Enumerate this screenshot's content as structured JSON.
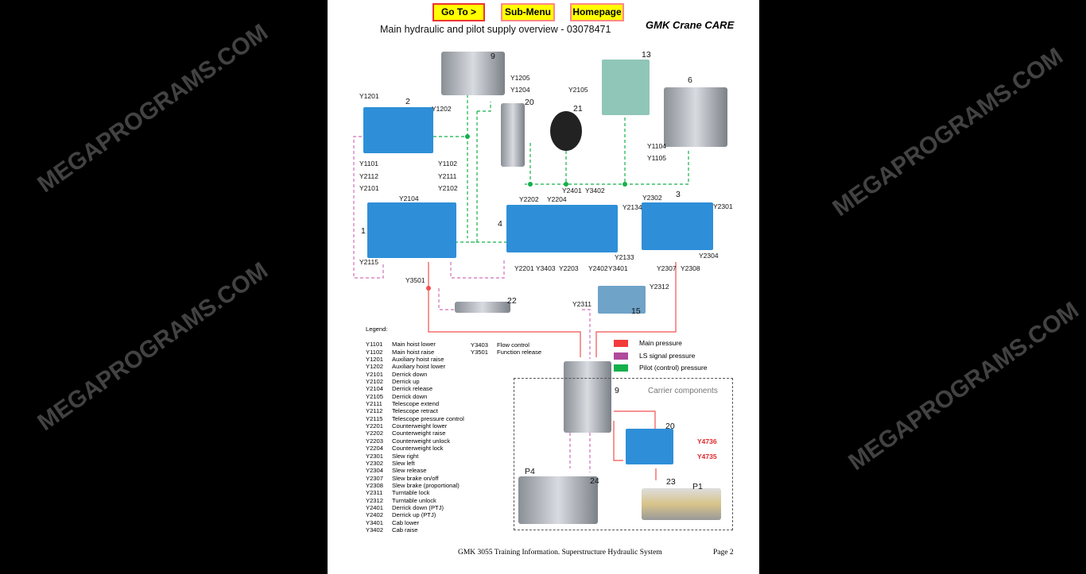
{
  "nav": {
    "goto": "Go To >",
    "submenu": "Sub-Menu",
    "homepage": "Homepage"
  },
  "header": {
    "title": "Main hydraulic and pilot supply overview - 03078471",
    "brand": "GMK Crane CARE"
  },
  "watermark": "MEGAPROGRAMS.COM",
  "diagram": {
    "labels": [
      "9",
      "Y1205",
      "Y1204",
      "13",
      "Y2105",
      "20",
      "21",
      "6",
      "Y1201",
      "2",
      "Y1202",
      "Y1104",
      "Y1105",
      "Y1101",
      "Y1102",
      "Y2112",
      "Y2111",
      "Y2101",
      "Y2102",
      "Y2401",
      "Y3402",
      "3",
      "Y2104",
      "Y2202",
      "Y2204",
      "Y2302",
      "Y2134",
      "Y2301",
      "4",
      "1",
      "Y2133",
      "Y2304",
      "Y2115",
      "Y2201",
      "Y3403",
      "Y2203",
      "Y2402",
      "Y3401",
      "Y2307",
      "Y2308",
      "Y3501",
      "Y2312",
      "Y2311",
      "15",
      "22",
      "9",
      "20",
      "P4",
      "24",
      "23",
      "P1"
    ],
    "carrier_title": "Carrier components",
    "y4736": "Y4736",
    "y4735": "Y4735"
  },
  "pressure_key": [
    {
      "label": "Main pressure",
      "color": "#f23b3b"
    },
    {
      "label": "LS signal pressure",
      "color": "#b04a9c"
    },
    {
      "label": "Pilot (control) pressure",
      "color": "#14b04a"
    }
  ],
  "legend": {
    "title": "Legend:",
    "items": [
      [
        "Y1101",
        "Main hoist lower"
      ],
      [
        "Y1102",
        "Main hoist raise"
      ],
      [
        "Y1201",
        "Auxiliary hoist raise"
      ],
      [
        "Y1202",
        "Auxiliary hoist lower"
      ],
      [
        "Y2101",
        "Derrick down"
      ],
      [
        "Y2102",
        "Derrick up"
      ],
      [
        "Y2104",
        "Derrick release"
      ],
      [
        "Y2105",
        "Derrick down"
      ],
      [
        "Y2111",
        "Telescope extend"
      ],
      [
        "Y2112",
        "Telescope retract"
      ],
      [
        "Y2115",
        "Telescope pressure control"
      ],
      [
        "Y2201",
        "Counterweight lower"
      ],
      [
        "Y2202",
        "Counterweight raise"
      ],
      [
        "Y2203",
        "Counterweight unlock"
      ],
      [
        "Y2204",
        "Counterweight lock"
      ],
      [
        "Y2301",
        "Slew right"
      ],
      [
        "Y2302",
        "Slew left"
      ],
      [
        "Y2304",
        "Slew release"
      ],
      [
        "Y2307",
        "Slew brake on/off"
      ],
      [
        "Y2308",
        "Slew brake (proportional)"
      ],
      [
        "Y2311",
        "Turntable lock"
      ],
      [
        "Y2312",
        "Turntable unlock"
      ],
      [
        "Y2401",
        "Derrick down (PTJ)"
      ],
      [
        "Y2402",
        "Derrick up (PTJ)"
      ],
      [
        "Y3401",
        "Cab lower"
      ],
      [
        "Y3402",
        "Cab raise"
      ]
    ],
    "items2": [
      [
        "Y3403",
        "Flow control"
      ],
      [
        "Y3501",
        "Function release"
      ]
    ]
  },
  "footer": {
    "text": "GMK 3055 Training Information. Superstructure Hydraulic System",
    "page": "Page 2"
  }
}
